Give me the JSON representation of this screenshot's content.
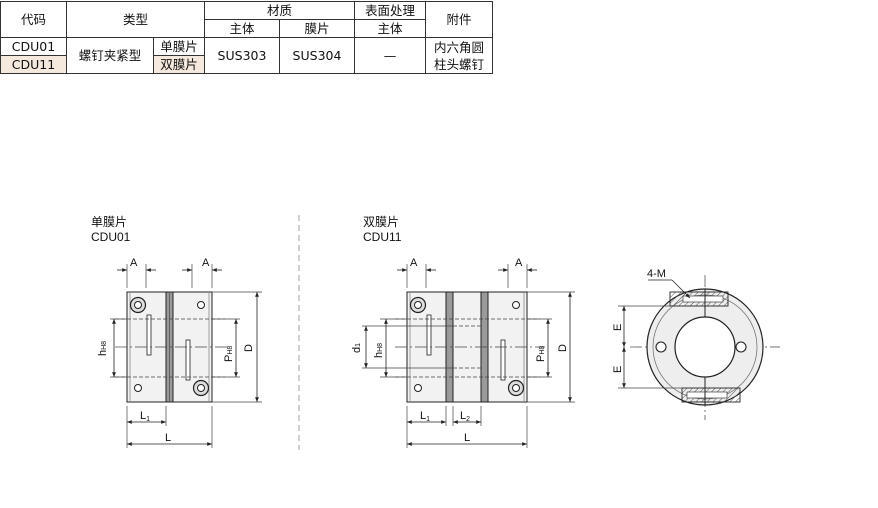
{
  "table": {
    "h_code": "代码",
    "h_type": "类型",
    "h_material": "材质",
    "h_surface": "表面处理",
    "h_accessory": "附件",
    "h_body": "主体",
    "h_diaphragm": "膜片",
    "h_surface_body": "主体",
    "r1_code": "CDU01",
    "r2_code": "CDU11",
    "type_main": "螺钉夹紧型",
    "r1_sub": "单膜片",
    "r2_sub": "双膜片",
    "body_mat": "SUS303",
    "diaph_mat": "SUS304",
    "surface_val": "—",
    "accessory_val": "内六角圆柱头螺钉"
  },
  "drawing": {
    "left_title": "单膜片",
    "left_code": "CDU01",
    "mid_title": "双膜片",
    "mid_code": "CDU11",
    "dim_A": "A",
    "dim_h": "h",
    "dim_h_sub": "H8",
    "dim_p": "P",
    "dim_p_sub": "H8",
    "dim_D": "D",
    "dim_d": "d",
    "dim_d_sub": "1",
    "dim_L": "L",
    "dim_L1": "L",
    "dim_L1_sub": "1",
    "dim_L2": "L",
    "dim_L2_sub": "2",
    "dim_E": "E",
    "dim_4M": "4-M"
  }
}
